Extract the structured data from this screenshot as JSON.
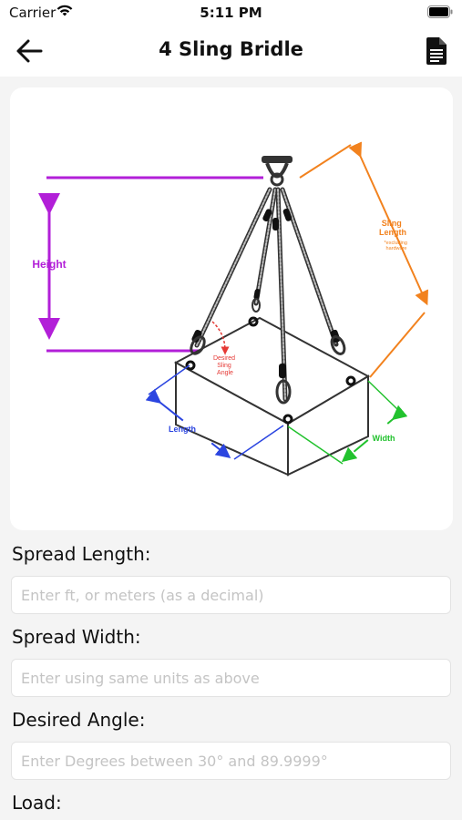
{
  "status_bar": {
    "carrier": "Carrier",
    "time": "5:11 PM"
  },
  "nav": {
    "title": "4 Sling Bridle",
    "back_icon": "arrow-left-icon",
    "action_icon": "document-icon"
  },
  "diagram": {
    "height_label": "Height",
    "sling_length_label": "Sling\nLength",
    "sling_length_note": "*excluding\nhardware",
    "angle_label": "Desired\nSling\nAngle",
    "length_label": "Length",
    "width_label": "Width",
    "colors": {
      "height": "#b21fd8",
      "sling_length": "#f2821e",
      "angle": "#e53935",
      "length": "#2b45e0",
      "width": "#22c22e"
    }
  },
  "form": {
    "fields": [
      {
        "label": "Spread Length:",
        "placeholder": "Enter ft, or meters (as a decimal)",
        "value": ""
      },
      {
        "label": "Spread Width:",
        "placeholder": "Enter using same units as above",
        "value": ""
      },
      {
        "label": "Desired Angle:",
        "placeholder": "Enter Degrees between 30° and 89.9999°",
        "value": ""
      },
      {
        "label": "Load:"
      }
    ]
  }
}
